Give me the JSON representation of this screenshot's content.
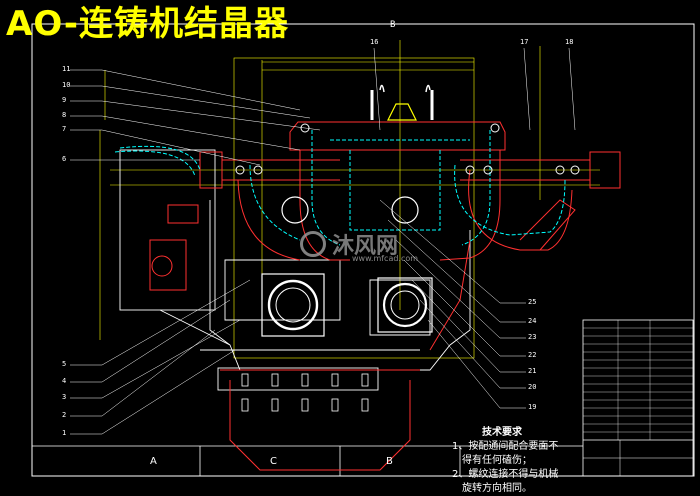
{
  "title": "AO-连铸机结晶器",
  "tech_requirements": {
    "title": "技术要求",
    "lines": [
      "1、按配通间配合要面不",
      "得有任何磕伤；",
      "2、螺纹连接不得与机械",
      "旋转方向相同。"
    ]
  },
  "zone_labels": [
    "A",
    "C",
    "B"
  ],
  "top_marker": "B",
  "callouts_left": [
    "11",
    "10",
    "9",
    "8",
    "7",
    "6",
    "5",
    "4",
    "3",
    "2",
    "1"
  ],
  "callouts_top": [
    "16",
    "17",
    "18"
  ],
  "callouts_right": [
    "25",
    "24",
    "23",
    "22",
    "21",
    "20",
    "19"
  ],
  "watermark": {
    "text": "沐风网",
    "url": "www.mfcad.com"
  },
  "colors": {
    "background": "#000000",
    "frame": "#ffffff",
    "outline": "#ff3030",
    "centerline": "#ffff00",
    "cooling": "#00ffff",
    "title": "#ffff00"
  }
}
